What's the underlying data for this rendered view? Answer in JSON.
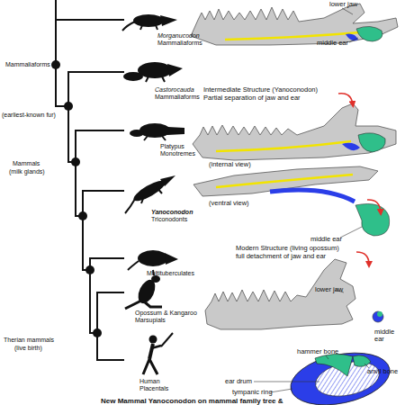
{
  "diagram": {
    "caption": "New Mammal Yanoconodon on mammal family tree &",
    "labels": [
      "lower jaw",
      "Morganucodon",
      "Mammaliaforms",
      "middle ear",
      "Mammaliaforms",
      "Castorocauda",
      "Mammaliaforms",
      "Intermediate Structure (Yanoconodon)",
      "Partial separation of jaw and ear",
      "(earliest-known fur)",
      "Platypus",
      "Monotremes",
      "(internal view)",
      "Mammals",
      "(milk glands)",
      "(ventral view)",
      "Yanoconodon",
      "Triconodonts",
      "middle ear",
      "Modern Structure (living opossum)",
      "full detachment of jaw and ear",
      "Multituberculates",
      "lower jaw",
      "Opossum & Kangaroo",
      "Marsupials",
      "Therian mammals",
      "(live birth)",
      "middle ear",
      "hammer bone",
      "anvil bone",
      "ear drum",
      "Human",
      "tympanic ring",
      "Placentals"
    ]
  }
}
